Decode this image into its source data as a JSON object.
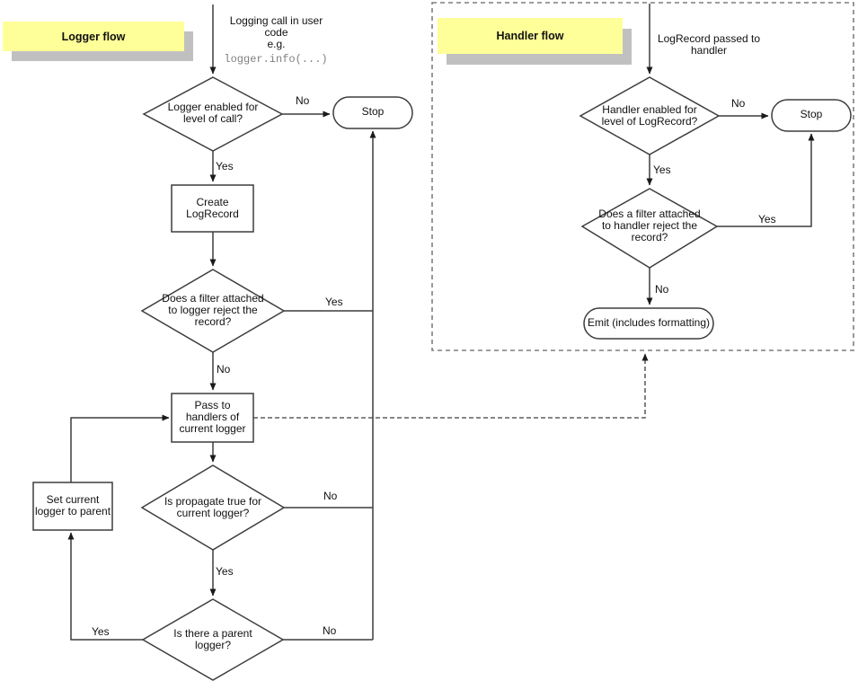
{
  "diagram": {
    "labels": {
      "yes": "Yes",
      "no": "No"
    },
    "colors": {
      "note_bg": "#ffff99",
      "note_shadow": "#c0c0c0",
      "line": "#3d3d3d",
      "dashed_box": "#7f7f7f",
      "code_text": "#808080"
    },
    "logger_flow": {
      "title": "Logger flow",
      "start_note": "Logging call in user\ncode\ne.g.",
      "start_code": "logger.info(...)",
      "decision_enabled": "Logger enabled for\nlevel of call?",
      "stop": "Stop",
      "create_record": "Create\nLogRecord",
      "decision_filter": "Does a filter attached\nto logger reject the\nrecord?",
      "pass_handlers": "Pass to\nhandlers of\ncurrent logger",
      "decision_propagate": "Is propagate true for\ncurrent logger?",
      "decision_parent": "Is there a parent\nlogger?",
      "set_parent": "Set current\nlogger to parent"
    },
    "handler_flow": {
      "title": "Handler flow",
      "start_note": "LogRecord passed to\nhandler",
      "decision_enabled": "Handler enabled for\nlevel of LogRecord?",
      "stop": "Stop",
      "decision_filter": "Does a filter attached\nto handler reject the\nrecord?",
      "emit": "Emit (includes formatting)"
    }
  }
}
